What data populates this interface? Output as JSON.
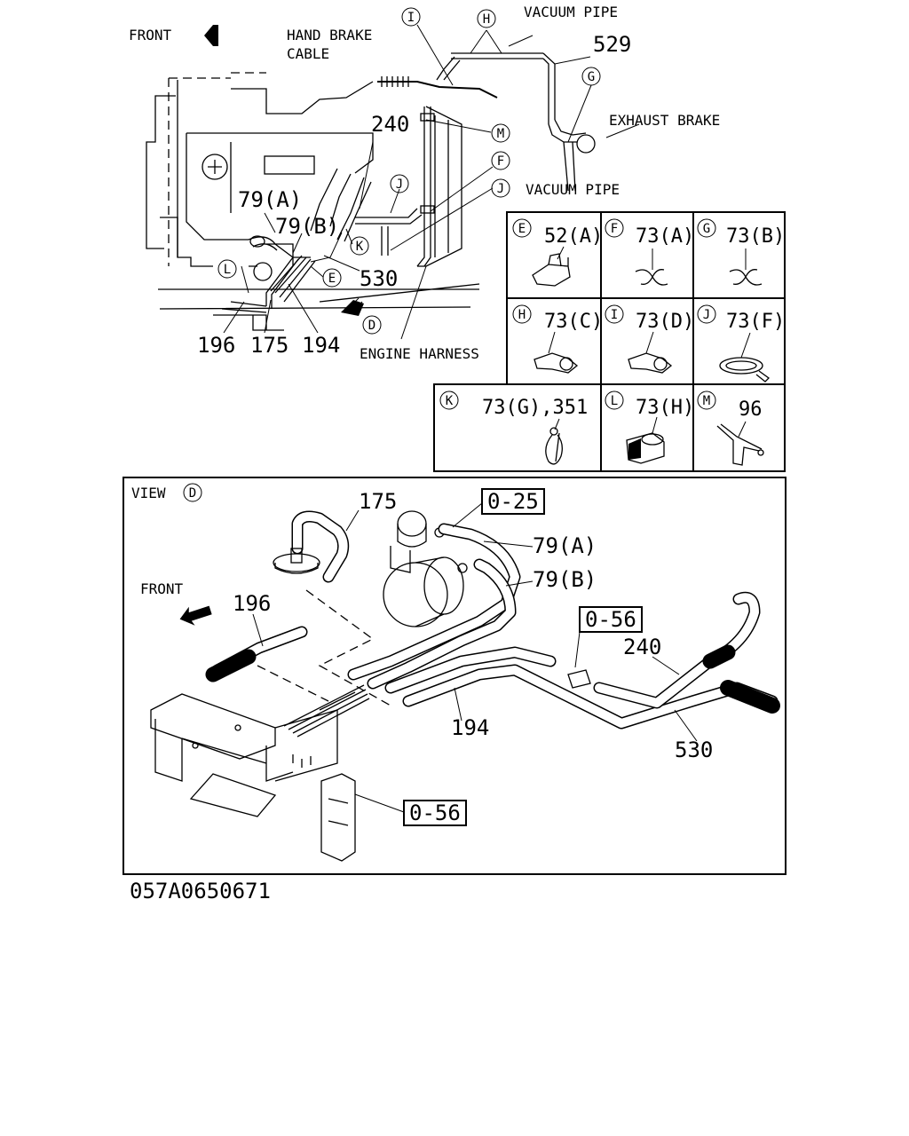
{
  "top": {
    "front": "FRONT",
    "hand_brake_1": "HAND BRAKE",
    "hand_brake_2": "CABLE",
    "vacuum_pipe_top": "VACUUM PIPE",
    "vacuum_pipe_bottom": "VACUUM PIPE",
    "exhaust_brake": "EXHAUST BRAKE",
    "engine_harness": "ENGINE HARNESS",
    "p529": "529",
    "p240": "240",
    "p79a": "79(A)",
    "p79b": "79(B)",
    "p530": "530",
    "p196": "196",
    "p175": "175",
    "p194": "194",
    "callouts": {
      "I": "I",
      "H": "H",
      "G": "G",
      "M": "M",
      "F": "F",
      "J1": "J",
      "J2": "J",
      "K": "K",
      "E": "E",
      "L": "L",
      "D": "D"
    }
  },
  "legend": {
    "cells": [
      {
        "letter": "E",
        "part": "52(A)"
      },
      {
        "letter": "F",
        "part": "73(A)"
      },
      {
        "letter": "G",
        "part": "73(B)"
      },
      {
        "letter": "H",
        "part": "73(C)"
      },
      {
        "letter": "I",
        "part": "73(D)"
      },
      {
        "letter": "J",
        "part": "73(F)"
      },
      {
        "letter": "K",
        "part": "73(G),351"
      },
      {
        "letter": "L",
        "part": "73(H)"
      },
      {
        "letter": "M",
        "part": "96"
      }
    ]
  },
  "view": {
    "title": "VIEW",
    "title_circle": "D",
    "front": "FRONT",
    "p175": "175",
    "ref_025": "0-25",
    "p79a": "79(A)",
    "p79b": "79(B)",
    "p196": "196",
    "ref_056a": "0-56",
    "p240": "240",
    "p194": "194",
    "p530": "530",
    "ref_056b": "0-56"
  },
  "footer_code": "057A0650671"
}
